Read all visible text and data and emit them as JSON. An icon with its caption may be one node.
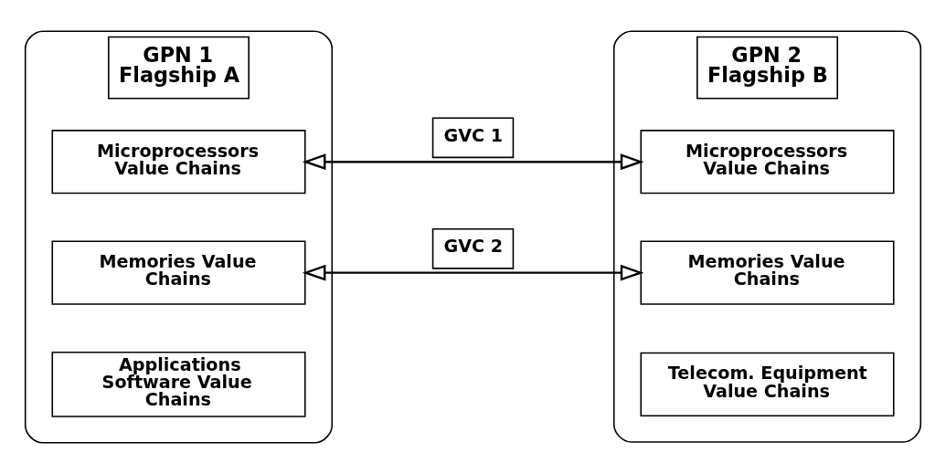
{
  "diagram": {
    "nodes": [
      {
        "text": [
          "GPN 1 Flagship A"
        ]
      },
      {
        "text": [
          "Microprocessors Value Chains"
        ],
        "in": 0
      },
      {
        "text": [
          "Memories Value Chains"
        ],
        "in": 0
      },
      {
        "text": [
          "Applications Software Value Chains"
        ],
        "in": 0
      },
      {
        "text": [
          "GPN 2 Flagship B"
        ]
      },
      {
        "text": [
          "Microprocessors Value Chains"
        ],
        "in": 4
      },
      {
        "text": [
          "Memories Value Chains"
        ],
        "in": 4
      },
      {
        "text": [
          "Telecom. Equipment Value Chains"
        ],
        "in": 4
      }
    ],
    "edges": [
      {
        "from": 1,
        "to": 5,
        "arrow": "both",
        "label": "GVC 1"
      },
      {
        "from": 2,
        "to": 6,
        "arrow": "both",
        "label": "GVC 2"
      }
    ]
  }
}
